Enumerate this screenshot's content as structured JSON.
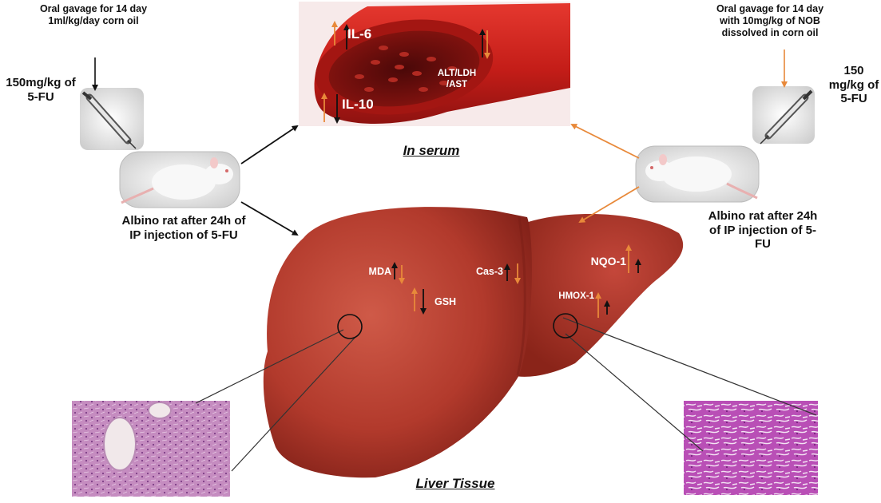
{
  "left": {
    "gavage_text": "Oral gavage for 14 day 1ml/kg/day corn oil",
    "dose_text": "150mg/kg of 5-FU",
    "rat_caption": "Albino rat after 24h of IP injection of 5-FU"
  },
  "right": {
    "gavage_text": "Oral gavage for 14 day with 10mg/kg of NOB dissolved in corn oil",
    "dose_text": "150 mg/kg of 5-FU",
    "rat_caption": "Albino rat after 24h of IP injection of 5-FU"
  },
  "serum": {
    "label": "In serum",
    "markers": {
      "il6": "IL-6",
      "il10": "IL-10",
      "alt": "ALT/LDH /AST"
    }
  },
  "liver": {
    "label": "Liver Tissue",
    "markers": {
      "mda": "MDA",
      "gsh": "GSH",
      "cas3": "Cas-3",
      "nqo1": "NQO-1",
      "hmox1": "HMOX-1"
    }
  },
  "colors": {
    "control_arrow": "#111111",
    "treatment_arrow": "#e8893a",
    "liver": "#b8382d",
    "vessel": "#c8201c"
  }
}
